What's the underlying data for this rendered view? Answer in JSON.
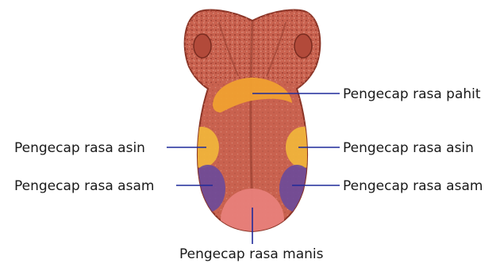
{
  "diagram": {
    "labels": {
      "bitter": "Pengecap rasa pahit",
      "salty_left": "Pengecap rasa asin",
      "salty_right": "Pengecap rasa asin",
      "sour_left": "Pengecap rasa asam",
      "sour_right": "Pengecap rasa asam",
      "sweet": "Pengecap rasa manis"
    },
    "colors": {
      "tongue": "#c9624f",
      "tongue_dark": "#a8463a",
      "tongue_outline": "#8a3426",
      "bitter_zone": "#f0a030",
      "salty_zone": "#f2b83a",
      "sour_zone": "#6a4a9a",
      "sweet_zone": "#e8807a",
      "leader_line": "#1f2a9a"
    }
  }
}
